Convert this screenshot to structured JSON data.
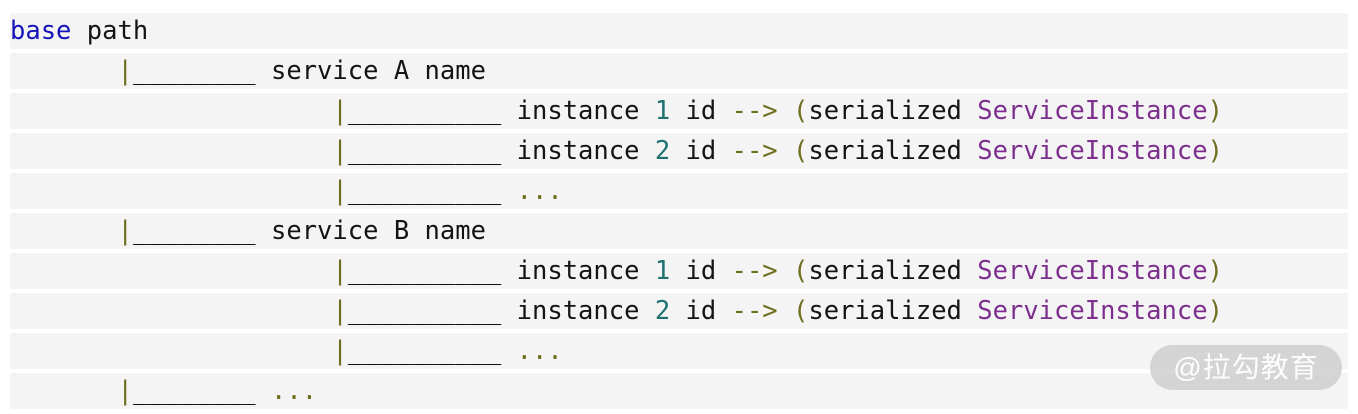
{
  "colors": {
    "stripe_background": "#f4f4f4",
    "page_background": "#ffffff",
    "plain_text": "#141414",
    "keyword_blue": "#1414b8",
    "punctuation_olive": "#6e6e1e",
    "number_teal": "#1f7070",
    "type_purple": "#7d2f8d",
    "watermark_pill": "#cbcbcb"
  },
  "watermark": {
    "text": "@拉勾教育"
  },
  "tree": {
    "lines": [
      {
        "segments": [
          {
            "c": "keyword",
            "t": "base"
          },
          {
            "c": "plain",
            "t": " path"
          }
        ]
      },
      {
        "segments": [
          {
            "c": "plain",
            "t": "       "
          },
          {
            "c": "punct",
            "t": "|"
          },
          {
            "c": "plain",
            "t": "________ service A name"
          }
        ]
      },
      {
        "segments": [
          {
            "c": "plain",
            "t": "                     "
          },
          {
            "c": "punct",
            "t": "|"
          },
          {
            "c": "plain",
            "t": "__________ instance "
          },
          {
            "c": "number",
            "t": "1"
          },
          {
            "c": "plain",
            "t": " id "
          },
          {
            "c": "punct",
            "t": "-->"
          },
          {
            "c": "plain",
            "t": " "
          },
          {
            "c": "punct",
            "t": "("
          },
          {
            "c": "plain",
            "t": "serialized "
          },
          {
            "c": "type",
            "t": "ServiceInstance"
          },
          {
            "c": "punct",
            "t": ")"
          }
        ]
      },
      {
        "segments": [
          {
            "c": "plain",
            "t": "                     "
          },
          {
            "c": "punct",
            "t": "|"
          },
          {
            "c": "plain",
            "t": "__________ instance "
          },
          {
            "c": "number",
            "t": "2"
          },
          {
            "c": "plain",
            "t": " id "
          },
          {
            "c": "punct",
            "t": "-->"
          },
          {
            "c": "plain",
            "t": " "
          },
          {
            "c": "punct",
            "t": "("
          },
          {
            "c": "plain",
            "t": "serialized "
          },
          {
            "c": "type",
            "t": "ServiceInstance"
          },
          {
            "c": "punct",
            "t": ")"
          }
        ]
      },
      {
        "segments": [
          {
            "c": "plain",
            "t": "                     "
          },
          {
            "c": "punct",
            "t": "|"
          },
          {
            "c": "plain",
            "t": "__________ "
          },
          {
            "c": "punct",
            "t": "..."
          }
        ]
      },
      {
        "segments": [
          {
            "c": "plain",
            "t": "       "
          },
          {
            "c": "punct",
            "t": "|"
          },
          {
            "c": "plain",
            "t": "________ service B name"
          }
        ]
      },
      {
        "segments": [
          {
            "c": "plain",
            "t": "                     "
          },
          {
            "c": "punct",
            "t": "|"
          },
          {
            "c": "plain",
            "t": "__________ instance "
          },
          {
            "c": "number",
            "t": "1"
          },
          {
            "c": "plain",
            "t": " id "
          },
          {
            "c": "punct",
            "t": "-->"
          },
          {
            "c": "plain",
            "t": " "
          },
          {
            "c": "punct",
            "t": "("
          },
          {
            "c": "plain",
            "t": "serialized "
          },
          {
            "c": "type",
            "t": "ServiceInstance"
          },
          {
            "c": "punct",
            "t": ")"
          }
        ]
      },
      {
        "segments": [
          {
            "c": "plain",
            "t": "                     "
          },
          {
            "c": "punct",
            "t": "|"
          },
          {
            "c": "plain",
            "t": "__________ instance "
          },
          {
            "c": "number",
            "t": "2"
          },
          {
            "c": "plain",
            "t": " id "
          },
          {
            "c": "punct",
            "t": "-->"
          },
          {
            "c": "plain",
            "t": " "
          },
          {
            "c": "punct",
            "t": "("
          },
          {
            "c": "plain",
            "t": "serialized "
          },
          {
            "c": "type",
            "t": "ServiceInstance"
          },
          {
            "c": "punct",
            "t": ")"
          }
        ]
      },
      {
        "segments": [
          {
            "c": "plain",
            "t": "                     "
          },
          {
            "c": "punct",
            "t": "|"
          },
          {
            "c": "plain",
            "t": "__________ "
          },
          {
            "c": "punct",
            "t": "..."
          }
        ]
      },
      {
        "segments": [
          {
            "c": "plain",
            "t": "       "
          },
          {
            "c": "punct",
            "t": "|"
          },
          {
            "c": "plain",
            "t": "________ "
          },
          {
            "c": "punct",
            "t": "..."
          }
        ]
      }
    ]
  }
}
